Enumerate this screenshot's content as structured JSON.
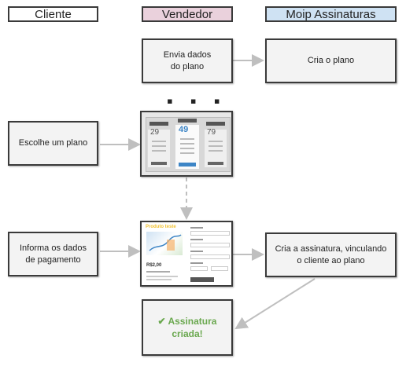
{
  "lanes": {
    "cliente": "Cliente",
    "vendedor": "Vendedor",
    "moip": "Moip Assinaturas"
  },
  "colors": {
    "cliente_bg": "#ffffff",
    "vendedor_bg": "#ead1dc",
    "moip_bg": "#cfe2f3",
    "success": "#6aa84f",
    "arrow": "#bfbfbf",
    "plan_accent": "#3d85c6",
    "checkout_title": "#f1c232"
  },
  "steps": {
    "envia_dados": "Envia dados\ndo plano",
    "cria_plano": "Cria o plano",
    "ellipsis": "▪ ▪ ▪",
    "escolhe_plano": "Escolhe um plano",
    "informa_dados": "Informa os dados\nde pagamento",
    "cria_assinatura": "Cria a assinatura, vinculando\no cliente ao plano",
    "sucesso": "✔ Assinatura\ncriada!"
  },
  "plans_thumb": {
    "prices": [
      "29",
      "49",
      "79"
    ],
    "icon": "pricing-table-screenshot"
  },
  "checkout_thumb": {
    "title": "Produto teste",
    "price": "R$2,00",
    "icon": "checkout-form-screenshot"
  }
}
